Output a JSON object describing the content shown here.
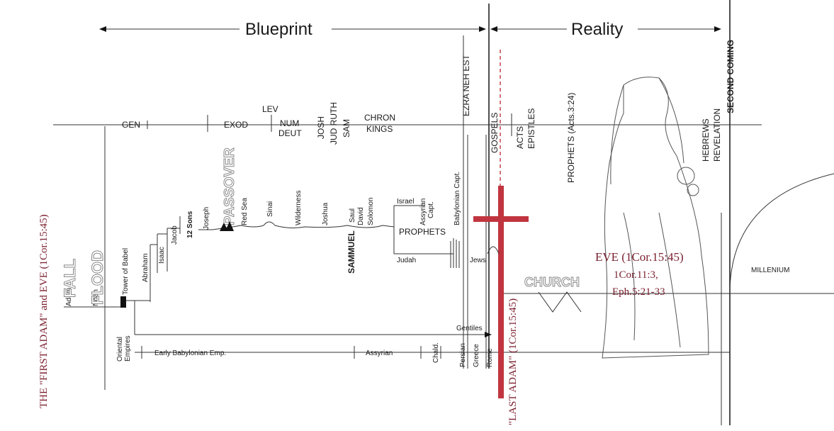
{
  "header": {
    "blueprint": "Blueprint",
    "reality": "Reality"
  },
  "books": {
    "gen": "GEN",
    "exod": "EXOD",
    "lev": "LEV",
    "num": "NUM",
    "deut": "DEUT",
    "josh": "JOSH",
    "jud_ruth": "JUD RUTH",
    "sam": "SAM",
    "chron": "CHRON",
    "kings": "KINGS",
    "ezra_neh_est": "EZRA NEH EST",
    "gospels": "GOSPELS",
    "acts": "ACTS",
    "epistles": "EPISTLES",
    "prophets_ref": "PROPHETS (Acts.3:24)",
    "hebrews": "HEBREWS",
    "revelation": "REVELATION",
    "second_coming": "SECOND  COMING"
  },
  "history": {
    "adam": "Adam",
    "noah": "Noah",
    "tower_of_babel": "Tower of Babel",
    "abraham": "Abraham",
    "isaac": "Isaac",
    "jacob": "Jacob",
    "twelve_sons": "12 Sons",
    "joseph": "Joseph",
    "passover": "PASSOVER",
    "red_sea": "Red Sea",
    "sinai": "Sinai",
    "wilderness": "Wilderness",
    "joshua": "Joshua",
    "saul": "Saul",
    "david": "David",
    "solomon": "Solomon",
    "israel": "Israel",
    "assyrian_capt_1": "Assyrian",
    "assyrian_capt_2": "Capt.",
    "babylonian_capt": "Babylonian Capt.",
    "prophets": "PROPHETS",
    "sammuel": "SAMMUEL",
    "judah": "Judah",
    "jews": "Jews",
    "gentiles": "Gentiles",
    "oriental_1": "Oriental",
    "oriental_2": "Empires",
    "early_babylonian": "Early  Babylonian  Emp.",
    "assyrian": "Assyrian",
    "chald": "Chald.",
    "persian": "Persian",
    "greece": "Greece",
    "rome": "Rome",
    "fall": "FALL",
    "flood": "FLOOD",
    "church": "CHURCH",
    "millenium": "MILLENIUM"
  },
  "annotations": {
    "first_adam": "THE \"FIRST ADAM\" and EVE (1Cor.15:45)",
    "last_adam": "\"LAST ADAM\" (1Cor.15:45)",
    "eve": "EVE (1Cor.15:45)",
    "cor11": "1Cor.11:3,",
    "eph": "Eph.5:21-33"
  },
  "colors": {
    "cross": "#c0353f",
    "annotation": "#7a1f2e",
    "ink": "#1a1a1a"
  }
}
